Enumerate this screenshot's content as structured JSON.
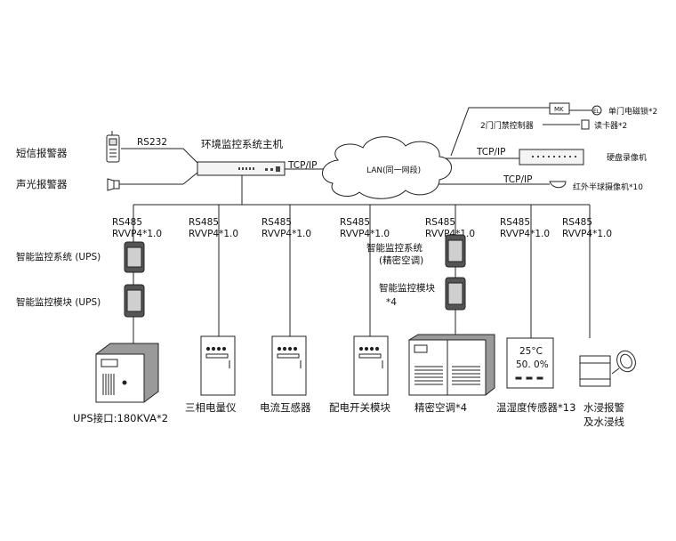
{
  "host": {
    "title": "环境监控系统主机",
    "rs232": "RS232",
    "tcpip": "TCP/IP"
  },
  "alarms": {
    "sms": "短信报警器",
    "sound_light": "声光报警器"
  },
  "network": {
    "lan": "LAN(同一网段)",
    "tcpip_dvr": "TCP/IP",
    "tcpip_cam": "TCP/IP"
  },
  "access": {
    "mk": "MK",
    "el": "EL",
    "lock": "单门电磁锁*2",
    "controller": "2门门禁控制器",
    "reader": "读卡器*2"
  },
  "dvr": {
    "label": "硬盘录像机"
  },
  "camera": {
    "label": "红外半球摄像机*10"
  },
  "branches": [
    {
      "bus": "RS485",
      "cable": "RVVP4*1.0"
    },
    {
      "bus": "RS485",
      "cable": "RVVP4*1.0"
    },
    {
      "bus": "RS485",
      "cable": "RVVP4*1.0"
    },
    {
      "bus": "RS485",
      "cable": "RVVP4*1.0"
    },
    {
      "bus": "RS485",
      "cable": "RVVP4*1.0"
    },
    {
      "bus": "RS485",
      "cable": "RVVP4*1.0"
    },
    {
      "bus": "RS485",
      "cable": "RVVP4*1.0"
    }
  ],
  "modules": {
    "ups_system": "智能监控系统 (UPS)",
    "ups_module": "智能监控模块 (UPS)",
    "ac_system_1": "智能监控系统",
    "ac_system_2": "(精密空调)",
    "ac_module_1": "智能监控模块",
    "ac_module_2": "*4"
  },
  "devices": {
    "ups": "UPS接口:180KVA*2",
    "meter": "三相电量仪",
    "ct": "电流互感器",
    "switch": "配电开关模块",
    "ac": "精密空调*4",
    "th": "温湿度传感器*13",
    "th_temp": "25°C",
    "th_hum": "50. 0%",
    "water_1": "水浸报警",
    "water_2": "及水浸线"
  }
}
